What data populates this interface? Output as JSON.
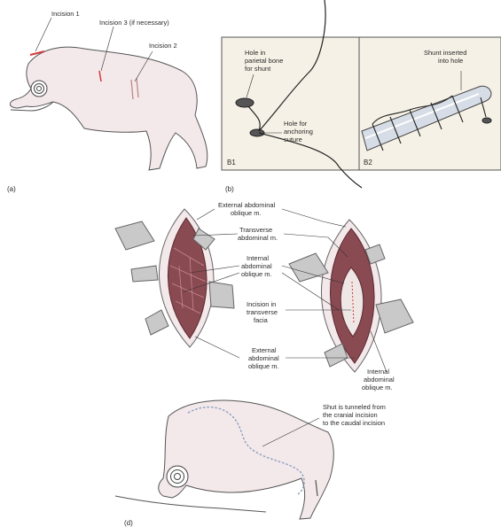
{
  "panel_a": {
    "incision_1": "Incision 1",
    "incision_3": "Incision 3 (if necessary)",
    "incision_2": "Incision 2",
    "tag": "(a)"
  },
  "panel_b": {
    "hole_parietal": [
      "Hole in",
      "parietal bone",
      "for shunt"
    ],
    "hole_anchor": [
      "Hole for",
      "anchoring",
      "suture"
    ],
    "shunt_inserted": [
      "Shunt inserted",
      "into hole"
    ],
    "b1": "B1",
    "b2": "B2",
    "tag": "(b)"
  },
  "panel_c": {
    "ext_oblique_top": [
      "External abdominal",
      "oblique m."
    ],
    "transverse": [
      "Transverse",
      "abdominal m."
    ],
    "internal_oblique": [
      "Internal",
      "abdominal",
      "oblique m."
    ],
    "incision_fascia": [
      "Incision in",
      "transverse",
      "facia"
    ],
    "ext_oblique_bottom": [
      "External",
      "abdominal",
      "oblique m."
    ],
    "internal_oblique_right": [
      "Internal",
      "abdominal",
      "oblique m."
    ]
  },
  "panel_d": {
    "tunnel": [
      "Shut is tunneled from",
      "the cranial incision",
      "to the caudal incision"
    ],
    "tag": "(d)"
  },
  "colors": {
    "skin": "#f3e8ea",
    "muscle": "#8a4a52",
    "retractor": "#c9c9c9",
    "incision": "#d23a3a",
    "shunt_tube": "#d7dde6"
  }
}
